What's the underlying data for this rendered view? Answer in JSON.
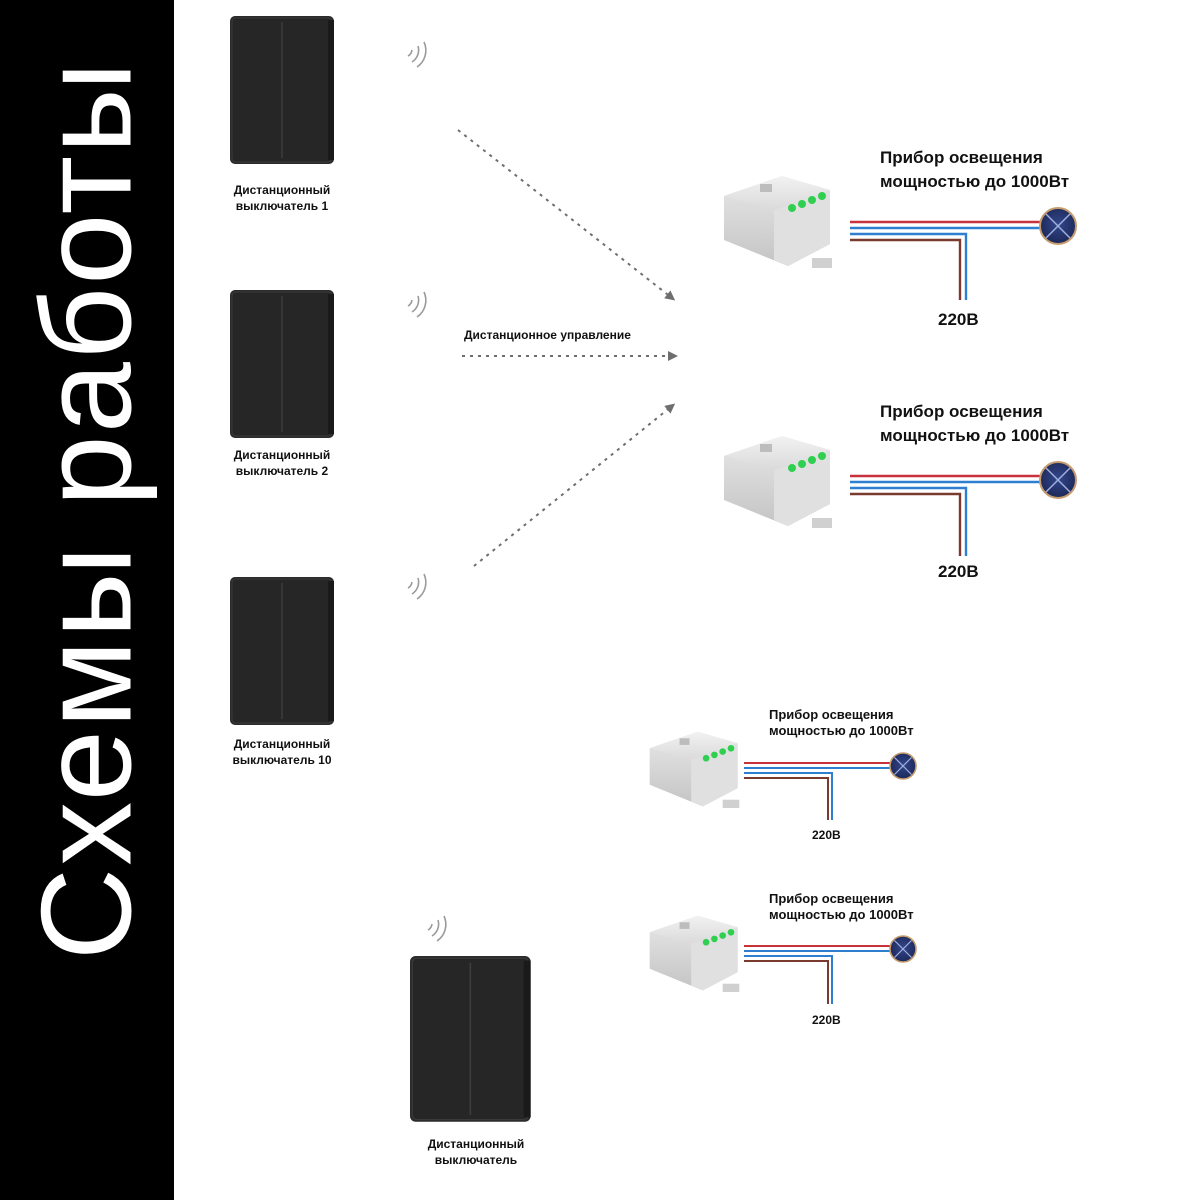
{
  "sidebar": {
    "title": "Схемы работы"
  },
  "arrow_label": "Дистанционное управление",
  "switches": [
    {
      "line1": "Дистанционный",
      "line2": "выключатель 1"
    },
    {
      "line1": "Дистанционный",
      "line2": "выключатель 2"
    },
    {
      "line1": "Дистанционный",
      "line2": "выключатель 10"
    },
    {
      "line1": "Дистанционный",
      "line2": "выключатель"
    }
  ],
  "devices": [
    {
      "line1": "Прибор освещения",
      "line2": "мощностью до 1000Вт",
      "voltage": "220В"
    },
    {
      "line1": "Прибор освещения",
      "line2": "мощностью до 1000Вт",
      "voltage": "220В"
    },
    {
      "line1": "Прибор освещения",
      "line2": "мощностью до 1000Вт",
      "voltage": "220В"
    },
    {
      "line1": "Прибор освещения",
      "line2": "мощностью до 1000Вт",
      "voltage": "220В"
    }
  ],
  "colors": {
    "sidebar": "#000000",
    "switch": "#2a2a2a",
    "wire_red": "#c8323c",
    "wire_blue": "#2f7fd1",
    "wire_brown": "#7a3b2e",
    "lamp": "#25356e",
    "led": "#2fcf4f"
  }
}
